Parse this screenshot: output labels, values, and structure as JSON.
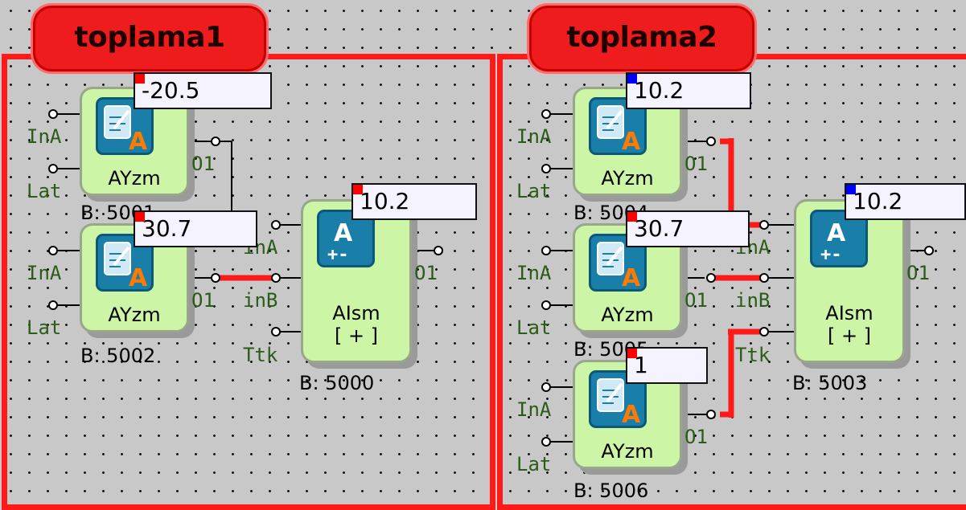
{
  "groups": [
    {
      "title": "toplama1"
    },
    {
      "title": "toplama2"
    }
  ],
  "blocks": {
    "b5001": {
      "name": "AYzm",
      "address": "B: 5001",
      "pins_in": [
        "InA",
        "Lat"
      ],
      "pin_out": "O1",
      "value": "-20.5"
    },
    "b5002": {
      "name": "AYzm",
      "address": "B: 5002",
      "pins_in": [
        "InA",
        "Lat"
      ],
      "pin_out": "O1",
      "value": "30.7"
    },
    "b5000": {
      "name": "AIsm",
      "op": "[ + ]",
      "address": "B: 5000",
      "pins_in": [
        "inA",
        "inB",
        "Ttk"
      ],
      "pin_out": "O1",
      "value": "10.2"
    },
    "b5004": {
      "name": "AYzm",
      "address": "B: 5004",
      "pins_in": [
        "InA",
        "Lat"
      ],
      "pin_out": "O1",
      "value": "10.2"
    },
    "b5005": {
      "name": "AYzm",
      "address": "B: 5005",
      "pins_in": [
        "InA",
        "Lat"
      ],
      "pin_out": "O1",
      "value": "30.7"
    },
    "b5003": {
      "name": "AIsm",
      "op": "[ + ]",
      "address": "B: 5003",
      "pins_in": [
        "inA",
        "inB",
        "Ttk"
      ],
      "pin_out": "O1",
      "value": "10.2"
    },
    "b5006": {
      "name": "AYzm",
      "address": "B: 5006",
      "pins_in": [
        "InA",
        "Lat"
      ],
      "pin_out": "O1",
      "value": "1"
    }
  },
  "colors": {
    "group_frame": "#ff1a1a",
    "active_wire": "#ff1a1a",
    "block_fill": "#ccf5a6",
    "tile_fill": "#1a7fa8",
    "marker_red": "#ff0000",
    "marker_blue": "#0000ff",
    "canvas": "#c8c8c8"
  },
  "markers": {
    "b5001": "#ff0000",
    "b5002": "#ff0000",
    "b5000": "#ff0000",
    "b5004": "#0000ff",
    "b5005": "#ff0000",
    "b5003": "#0000ff",
    "b5006": "#ff0000"
  },
  "icons": {
    "write": "analog-write-icon",
    "add": "analog-add-icon"
  }
}
